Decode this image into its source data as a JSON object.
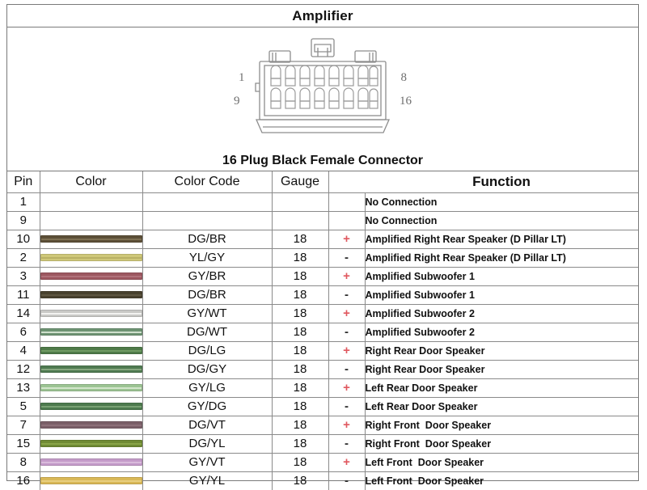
{
  "header": {
    "title": "Amplifier"
  },
  "connector": {
    "subtitle": "16 Plug Black Female Connector",
    "icon": "connector-16-pin-female",
    "pin_labels": {
      "top_left": "1",
      "top_right": "8",
      "bottom_left": "9",
      "bottom_right": "16"
    },
    "rows": 2,
    "pins_per_row": 8
  },
  "table": {
    "columns": [
      "Pin",
      "Color",
      "Color Code",
      "Gauge",
      "",
      "Function"
    ],
    "headers": {
      "pin": "Pin",
      "color": "Color",
      "color_code": "Color Code",
      "gauge": "Gauge",
      "polarity": "",
      "function": "Function"
    },
    "polarity_colors": {
      "positive": "#e0585f",
      "negative": "#2b2b2b"
    },
    "rows": [
      {
        "pin": "1",
        "swatch": null,
        "color_code": "",
        "gauge": "",
        "polarity": "",
        "function": "No Connection"
      },
      {
        "pin": "9",
        "swatch": null,
        "color_code": "",
        "gauge": "",
        "polarity": "",
        "function": "No Connection"
      },
      {
        "pin": "10",
        "swatch": {
          "base": "#5c4f37",
          "stripe": "#7d6f52"
        },
        "color_code": "DG/BR",
        "gauge": "18",
        "polarity": "+",
        "function": "Amplified Right Rear Speaker (D Pillar LT)"
      },
      {
        "pin": "2",
        "swatch": {
          "base": "#cfc879",
          "stripe": "#b9b165"
        },
        "color_code": "YL/GY",
        "gauge": "18",
        "polarity": "-",
        "function": "Amplified Right Rear Speaker (D Pillar LT)"
      },
      {
        "pin": "3",
        "swatch": {
          "base": "#9c5760",
          "stripe": "#b07079"
        },
        "color_code": "GY/BR",
        "gauge": "18",
        "polarity": "+",
        "function": "Amplified Subwoofer 1"
      },
      {
        "pin": "11",
        "swatch": {
          "base": "#48412e",
          "stripe": "#5e5640"
        },
        "color_code": "DG/BR",
        "gauge": "18",
        "polarity": "-",
        "function": "Amplified Subwoofer 1"
      },
      {
        "pin": "14",
        "swatch": {
          "base": "#c9c9c6",
          "stripe": "#f2f2f0"
        },
        "color_code": "GY/WT",
        "gauge": "18",
        "polarity": "+",
        "function": "Amplified Subwoofer 2"
      },
      {
        "pin": "6",
        "swatch": {
          "base": "#6d9372",
          "stripe": "#cfe0cd"
        },
        "color_code": "DG/WT",
        "gauge": "18",
        "polarity": "-",
        "function": "Amplified Subwoofer 2"
      },
      {
        "pin": "4",
        "swatch": {
          "base": "#4e7a48",
          "stripe": "#6f9a63"
        },
        "color_code": "DG/LG",
        "gauge": "18",
        "polarity": "+",
        "function": "Right Rear Door Speaker"
      },
      {
        "pin": "12",
        "swatch": {
          "base": "#4f7a51",
          "stripe": "#86a77f"
        },
        "color_code": "DG/GY",
        "gauge": "18",
        "polarity": "-",
        "function": "Right Rear Door Speaker"
      },
      {
        "pin": "13",
        "swatch": {
          "base": "#9cc493",
          "stripe": "#d3e6cb"
        },
        "color_code": "GY/LG",
        "gauge": "18",
        "polarity": "+",
        "function": "Left Rear Door Speaker"
      },
      {
        "pin": "5",
        "swatch": {
          "base": "#4d7a4e",
          "stripe": "#79a173"
        },
        "color_code": "GY/DG",
        "gauge": "18",
        "polarity": "-",
        "function": "Left Rear Door Speaker"
      },
      {
        "pin": "7",
        "swatch": {
          "base": "#7a5f68",
          "stripe": "#8d7079"
        },
        "color_code": "DG/VT",
        "gauge": "18",
        "polarity": "+",
        "function": "Right Front  Door Speaker"
      },
      {
        "pin": "15",
        "swatch": {
          "base": "#6f8a34",
          "stripe": "#8aa548"
        },
        "color_code": "DG/YL",
        "gauge": "18",
        "polarity": "-",
        "function": "Right Front  Door Speaker"
      },
      {
        "pin": "8",
        "swatch": {
          "base": "#c49bc9",
          "stripe": "#d9bbdb"
        },
        "color_code": "GY/VT",
        "gauge": "18",
        "polarity": "+",
        "function": "Left Front  Door Speaker"
      },
      {
        "pin": "16",
        "swatch": {
          "base": "#d9b857",
          "stripe": "#e8cf80"
        },
        "color_code": "GY/YL",
        "gauge": "18",
        "polarity": "-",
        "function": "Left Front  Door Speaker"
      }
    ]
  }
}
